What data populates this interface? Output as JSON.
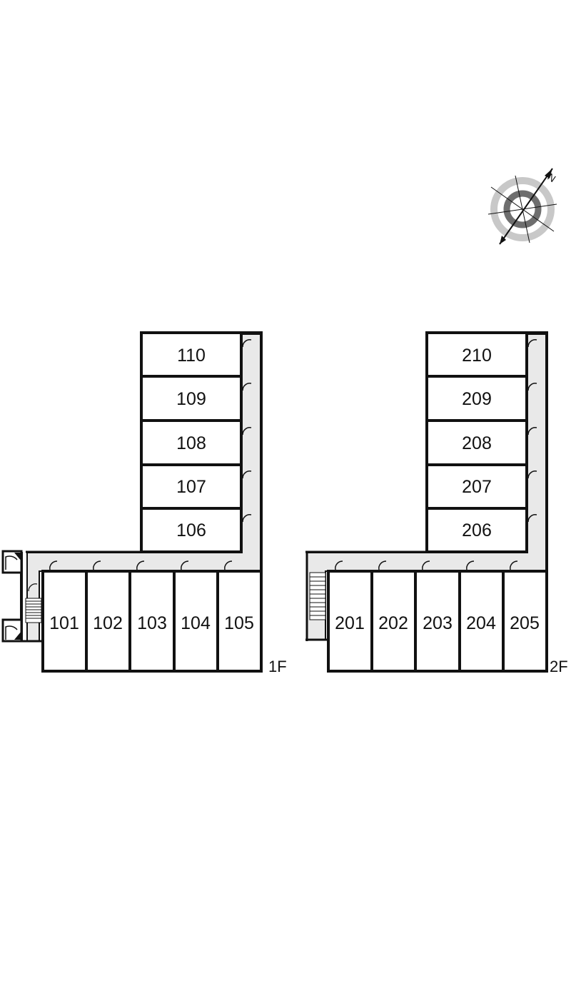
{
  "compass": {
    "north_letter": "N",
    "icon": "compass-north-icon"
  },
  "floors": [
    {
      "label": "1F",
      "upper_rooms": [
        "110",
        "109",
        "108",
        "107",
        "106"
      ],
      "lower_rooms": [
        "101",
        "102",
        "103",
        "104",
        "105"
      ]
    },
    {
      "label": "2F",
      "upper_rooms": [
        "210",
        "209",
        "208",
        "207",
        "206"
      ],
      "lower_rooms": [
        "201",
        "202",
        "203",
        "204",
        "205"
      ]
    }
  ],
  "colors": {
    "wall": "#111111",
    "corridor": "#e9e9e9",
    "compass_light": "#c8c8c8",
    "compass_dark": "#6e6e6e"
  }
}
